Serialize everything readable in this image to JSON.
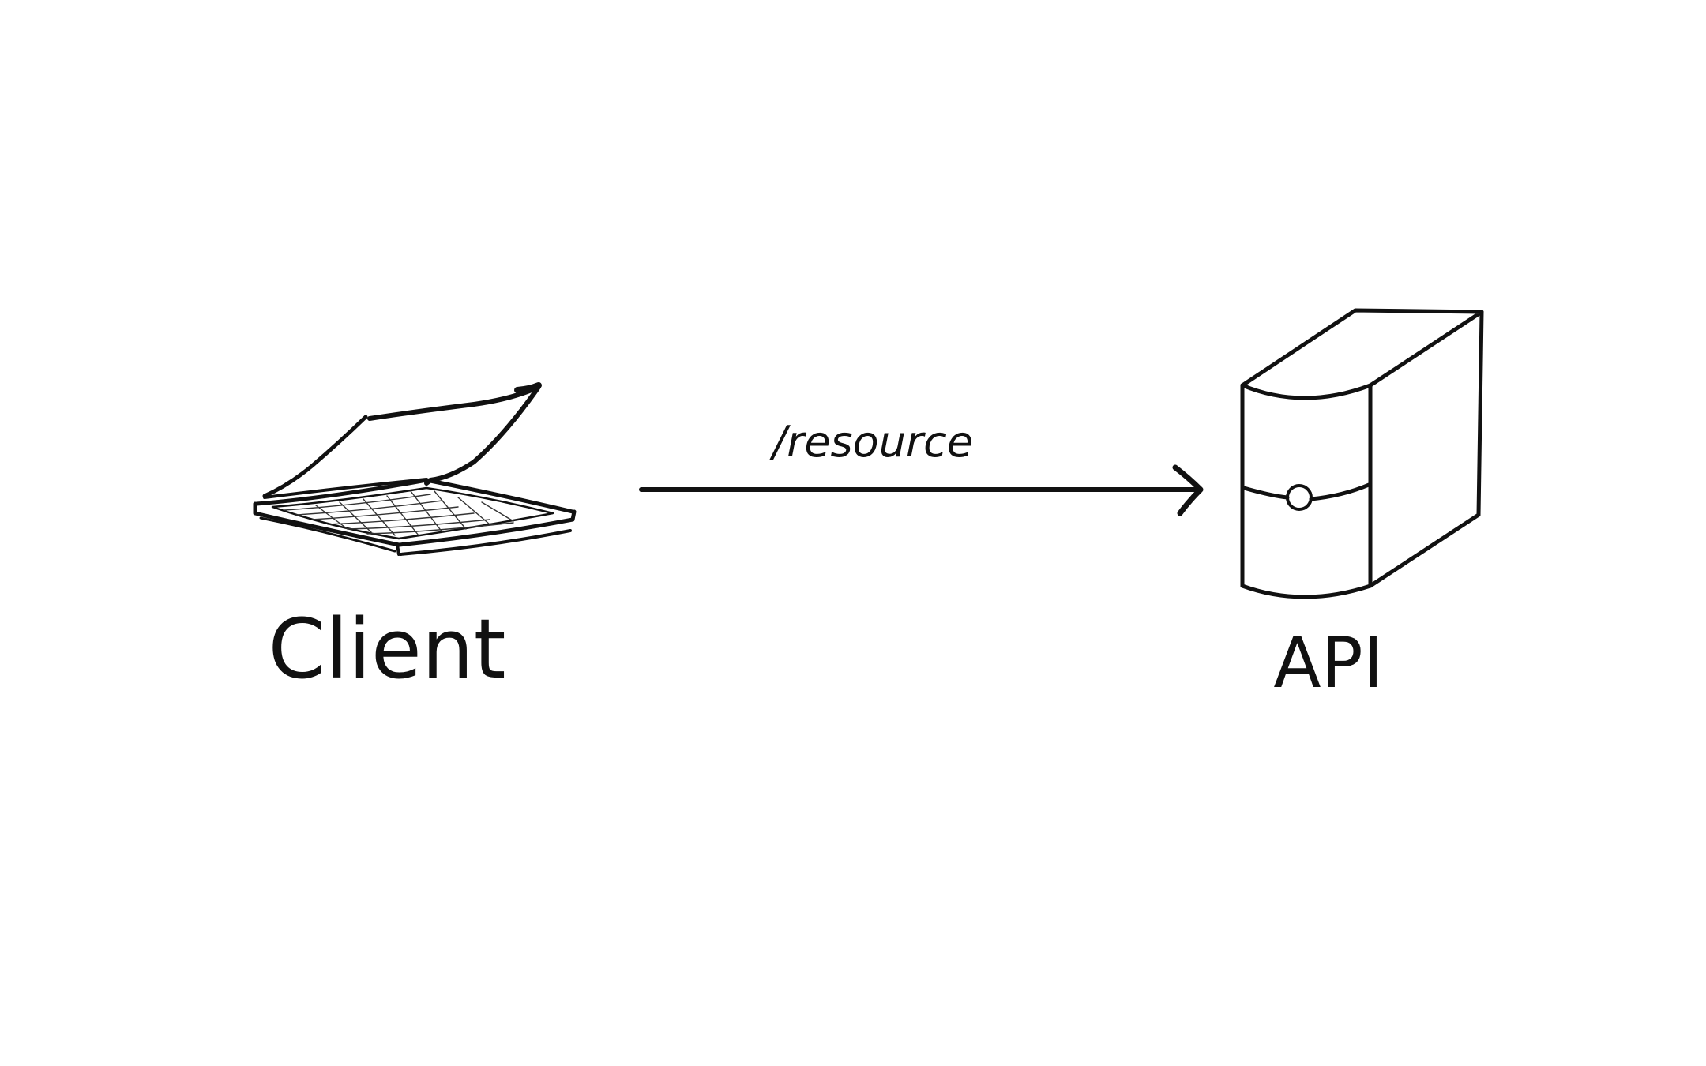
{
  "diagram": {
    "nodes": [
      {
        "id": "client",
        "label": "Client",
        "icon": "laptop-icon"
      },
      {
        "id": "api",
        "label": "API",
        "icon": "server-tower-icon"
      }
    ],
    "edges": [
      {
        "from": "client",
        "to": "api",
        "label": "/resource"
      }
    ]
  },
  "colors": {
    "background": "#ffffff",
    "ink": "#111111"
  }
}
